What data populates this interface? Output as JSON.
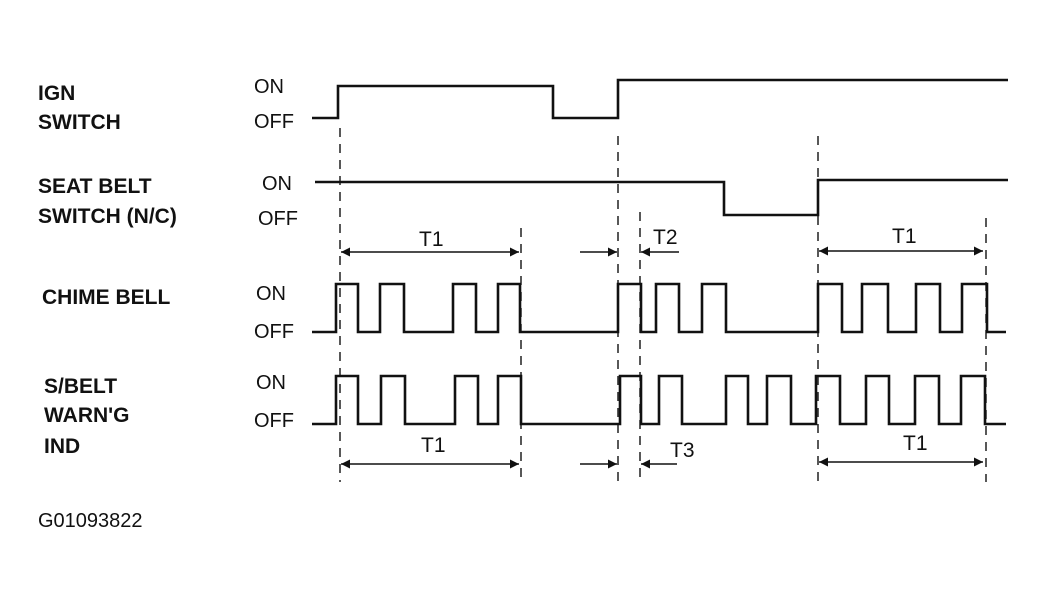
{
  "signals": {
    "ign_switch": {
      "label_lines": [
        "IGN",
        "SWITCH"
      ],
      "on": "ON",
      "off": "OFF"
    },
    "seat_belt_switch": {
      "label_lines": [
        "SEAT BELT",
        "SWITCH (N/C)"
      ],
      "on": "ON",
      "off": "OFF"
    },
    "chime_bell": {
      "label_lines": [
        "CHIME BELL"
      ],
      "on": "ON",
      "off": "OFF"
    },
    "sbelt_warn_ind": {
      "label_lines": [
        "S/BELT",
        "WARN'G",
        "IND"
      ],
      "on": "ON",
      "off": "OFF"
    }
  },
  "timing": {
    "t1": "T1",
    "t2": "T2",
    "t3": "T3"
  },
  "figure_id": "G01093822",
  "colors": {
    "ink": "#111111",
    "background": "#ffffff"
  }
}
